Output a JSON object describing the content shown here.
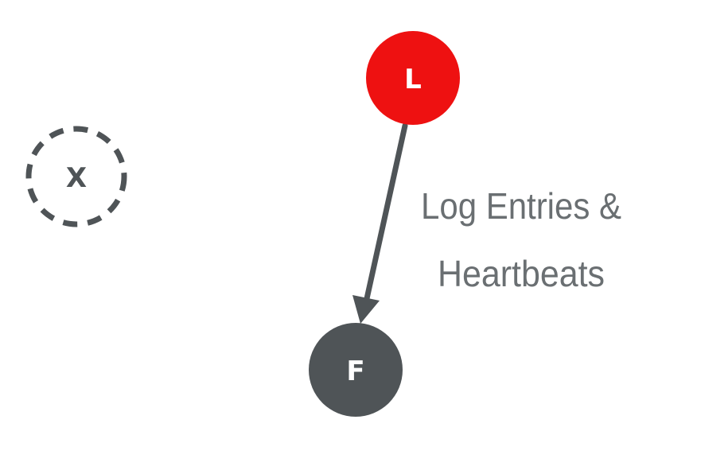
{
  "nodes": {
    "leader": {
      "label": "L",
      "fill": "#ee1111",
      "text_color": "#ffffff"
    },
    "follower": {
      "label": "F",
      "fill": "#4f5457",
      "text_color": "#ffffff"
    },
    "failed": {
      "label": "X",
      "stroke": "#4f5457",
      "text_color": "#4f5457",
      "style": "dashed"
    }
  },
  "edge": {
    "from": "L",
    "to": "F",
    "color": "#4f5457",
    "label_lines": [
      "Log Entries &",
      "Heartbeats"
    ],
    "label_color": "#6a6f72"
  }
}
